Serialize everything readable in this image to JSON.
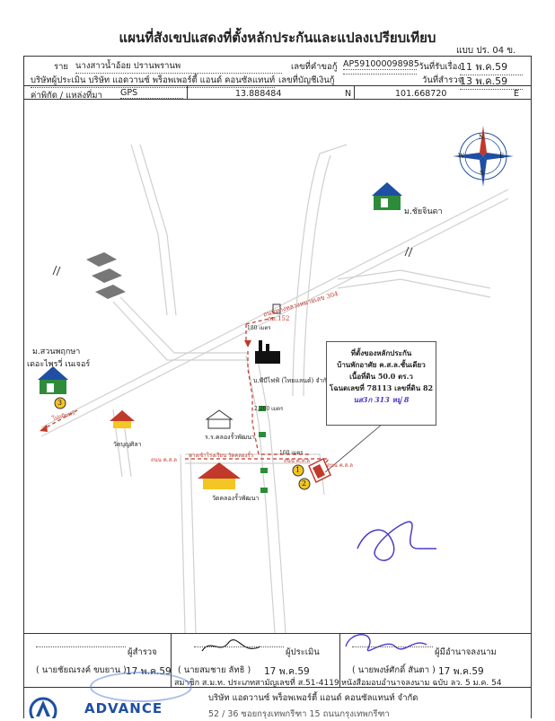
{
  "header": {
    "title": "แผนที่สังเขปแสดงที่ตั้งหลักประกันและแปลงเปรียบเทียบ",
    "form_code": "แบบ ปร. 04 ข.",
    "row1": {
      "label_owner": "ราย",
      "owner_name": "นางสาวน้ำอ้อย ปรานพรานพ",
      "label_doc": "เลขที่คำขอกู้",
      "doc_no": "AP591000098985",
      "label_date_recv": "วันที่รับเรื่อง",
      "date_recv": "11 พ.ค.59"
    },
    "row2": {
      "company": "บริษัทผู้ประเมิน บริษัท แอดวานซ์ พร็อพเพอร์ตี้ แอนด์ คอนซัลแทนท์ จำกัด",
      "label_account": "เลขที่บัญชีเงินกู้",
      "label_date_survey": "วันที่สำรวจ",
      "date_survey": "13 พ.ค.59"
    },
    "row3": {
      "label_coord": "ค่าพิกัด / แหล่งที่มา",
      "source": "GPS",
      "lat": "13.888484",
      "n": "N",
      "lon": "101.668720",
      "e": "E"
    }
  },
  "map": {
    "labels": {
      "village_right": "ม.ชัยจินดา",
      "village_left_1": "ม.สวนพฤกษา",
      "village_left_2": "เดอะไพรวี่ เนเจอร์",
      "factory": "บ.พีบีไฟฟ้ (ไทยแลนด์) จำกัด",
      "road_main": "ถนนทางหลวงหมายเลข 304",
      "km_marker": "กม.152",
      "dist_180": "180 เมตร",
      "dist_2200": "2,200 เมตร",
      "dist_160": "160 เมตร",
      "temple_left": "วัดบุญศิลา",
      "school": "ร.ร.คลองรั้วพัฒนา",
      "school_gate": "ทางเข้าโรงเรียน วัดคลองรั้ว",
      "temple_center": "วัดคลองรั้วพัฒนา",
      "to_left": "ไปกบินทร์",
      "road_local_1": "ถนน ค.ส.ล",
      "road_local_2": "ถนน ค.ส.ล",
      "road_local_3": "ถนน ค.ส.ล",
      "marker_1": "1",
      "marker_2": "2",
      "marker_3": "3",
      "compass_n": "N",
      "compass_s": "S",
      "compass_e": "E",
      "compass_w": "W"
    },
    "infobox": {
      "line1": "ที่ตั้งของหลักประกัน",
      "line2": "บ้านพักอาศัย ค.ส.ล.ชั้นเดียว",
      "line3": "เนื้อที่ดิน 50.0 ตร.ว",
      "line4": "โฉนดเลขที่ 78113 เลขที่ดิน 82",
      "line5": "นส3ก 313 หมู่ 8"
    }
  },
  "signatures": {
    "surveyor": {
      "role": "ผู้สำรวจ",
      "name": "( นายชัยณรงค์ ขบยาน )",
      "date": "17 พ.ค.59"
    },
    "appraiser": {
      "role": "ผู้ประเมิน",
      "name": "( นายสมชาย ลัทธิ )",
      "date": "17 พ.ค.59",
      "member": "สมาชิก ส.ม.ท. ประเภทสามัญเลขที่ ส.51-4119"
    },
    "authorized": {
      "role": "ผู้มีอำนาจลงนาม",
      "name": "( นายพงษ์ศักดิ์ สันตา )",
      "date": "17 พ.ค.59",
      "letter": "หนังสือมอบอำนาจลงนาม ฉบับ ลว. 5 ม.ค. 54"
    }
  },
  "footer": {
    "company": "บริษัท แอดวานซ์ พร็อพเพอร์ตี้ แอนด์ คอนซัลแทนท์ จำกัด",
    "address": "52 / 36 ซอยกรุงเทพกรีฑา 15 ถนนกรุงเทพกรีฑา",
    "logo_text": "ADVANCE"
  },
  "colors": {
    "red": "#c0392b",
    "road": "#d8d8d8",
    "green": "#2e8b3a",
    "yellow": "#f3c623",
    "blue": "#1f4fa3",
    "ink": "#4b3cc9"
  }
}
